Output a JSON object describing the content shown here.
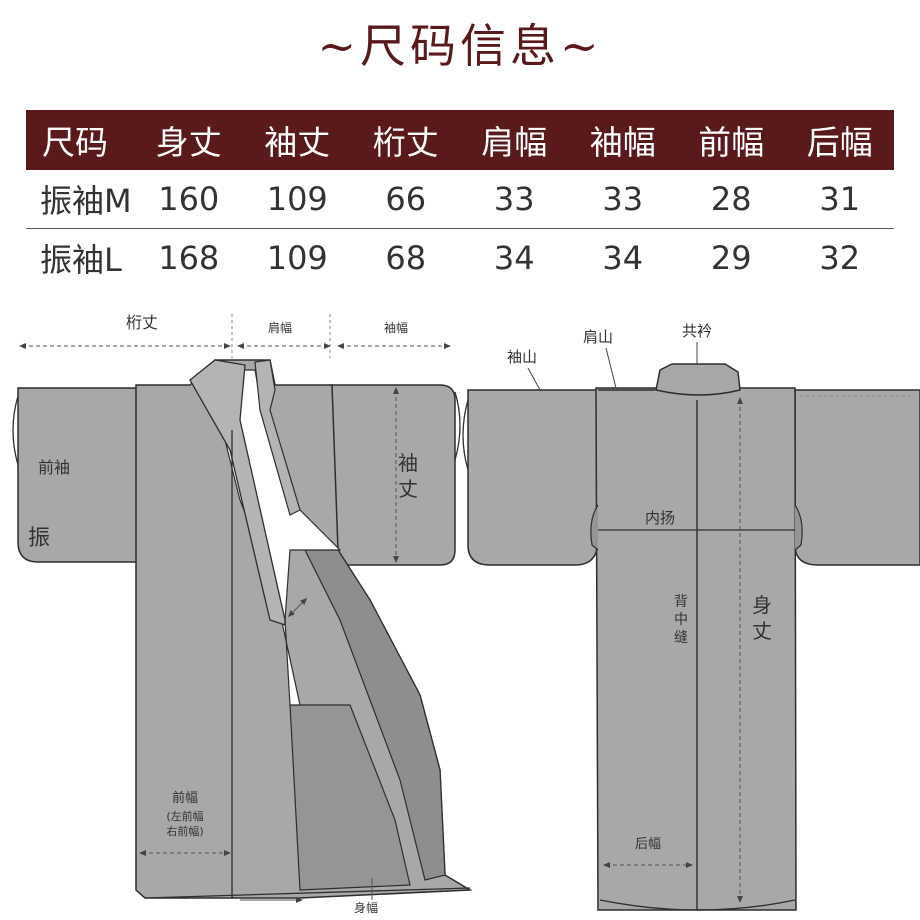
{
  "title": "~尺码信息~",
  "table": {
    "headers": [
      "尺码",
      "身丈",
      "袖丈",
      "桁丈",
      "肩幅",
      "袖幅",
      "前幅",
      "后幅"
    ],
    "rows": [
      [
        "振袖M",
        "160",
        "109",
        "66",
        "33",
        "33",
        "28",
        "31"
      ],
      [
        "振袖L",
        "168",
        "109",
        "68",
        "34",
        "34",
        "29",
        "32"
      ]
    ]
  },
  "front_labels": {
    "yuki": "桁丈",
    "katahaba": "肩幅",
    "sodehaba": "袖幅",
    "maesode": "前袖",
    "furi": "振",
    "sodetake_1": "袖",
    "sodetake_2": "丈",
    "maehaba": "前幅",
    "maehaba_note_1": "(左前幅",
    "maehaba_note_2": "右前幅)",
    "mihaba": "身幅"
  },
  "back_labels": {
    "sodeyama": "袖山",
    "katayama": "肩山",
    "tomoeri": "共衿",
    "uchiage": "内扬",
    "senaka_1": "背",
    "senaka_2": "中",
    "senaka_3": "缝",
    "mitake_1": "身",
    "mitake_2": "丈",
    "ushirohaba": "后幅"
  },
  "colors": {
    "title": "#5a1a1c",
    "header_bg": "#5a1a1c",
    "garment_fill": "#a8a8a8",
    "garment_inner": "#8e8e8e",
    "collar": "#b4b4b4",
    "lining": "#ffffff",
    "outline": "#2e2e2e"
  }
}
